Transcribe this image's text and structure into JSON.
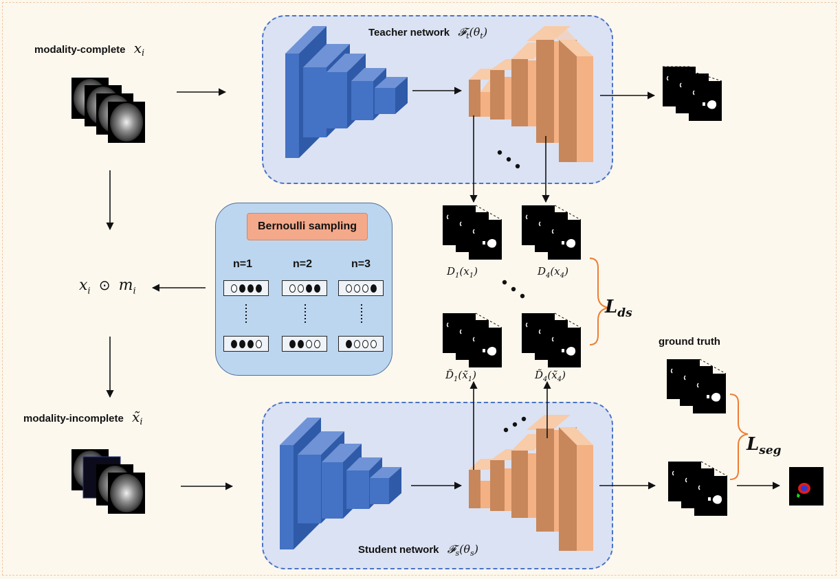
{
  "labels": {
    "modality_complete": "modality-complete",
    "x_i": "x",
    "x_i_sub": "i",
    "modality_incomplete": "modality-incomplete",
    "x_tilde_i": "x̃",
    "x_tilde_i_sub": "i",
    "masked_input": "x",
    "masked_input_sub1": "i",
    "odot": "⊙",
    "m_i": "m",
    "m_i_sub": "i",
    "ground_truth": "ground truth"
  },
  "teacher": {
    "label": "Teacher network",
    "symbol": "𝓕",
    "sub": "t",
    "param": "(θ",
    "param_sub": "t",
    "close": ")"
  },
  "student": {
    "label": "Student network",
    "symbol": "𝓕",
    "sub": "s",
    "param": "(θ",
    "param_sub": "s",
    "close": ")"
  },
  "bernoulli": {
    "title": "Bernoulli sampling",
    "columns": [
      {
        "label": "n=1",
        "top": [
          "e",
          "f",
          "f",
          "f"
        ],
        "bottom": [
          "f",
          "f",
          "f",
          "e"
        ]
      },
      {
        "label": "n=2",
        "top": [
          "e",
          "e",
          "f",
          "f"
        ],
        "bottom": [
          "f",
          "f",
          "e",
          "e"
        ]
      },
      {
        "label": "n=3",
        "top": [
          "e",
          "e",
          "e",
          "f"
        ],
        "bottom": [
          "f",
          "e",
          "e",
          "e"
        ]
      }
    ]
  },
  "outputs": {
    "d1": {
      "label": "D",
      "sub": "1",
      "arg": "(x",
      "arg_sub": "1",
      "close": ")"
    },
    "d4": {
      "label": "D",
      "sub": "4",
      "arg": "(x",
      "arg_sub": "4",
      "close": ")"
    },
    "d1t": {
      "label": "D̃",
      "sub": "1",
      "arg": "(x̃",
      "arg_sub": "1",
      "close": ")"
    },
    "d4t": {
      "label": "D̃",
      "sub": "4",
      "arg": "(x̃",
      "arg_sub": "4",
      "close": ")"
    }
  },
  "losses": {
    "ds": {
      "main": "L",
      "sub": "ds"
    },
    "seg": {
      "main": "L",
      "sub": "seg"
    }
  },
  "colors": {
    "encoder_front": "#4472c4",
    "encoder_top": "#6f93d6",
    "encoder_side": "#2e5aa8",
    "decoder_front": "#f4b183",
    "decoder_top": "#f8cba9",
    "decoder_side": "#c7875a",
    "loss_brace": "#ed7d31"
  }
}
